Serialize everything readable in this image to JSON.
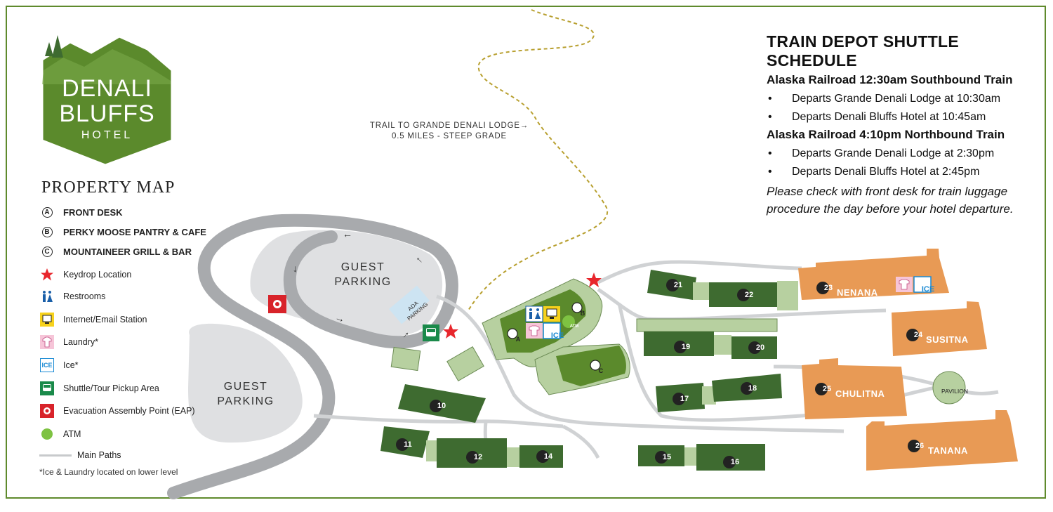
{
  "logo": {
    "line1": "DENALI",
    "line2": "BLUFFS",
    "line3": "HOTEL"
  },
  "property_map_title": "PROPERTY MAP",
  "legend": [
    {
      "key": "A",
      "label": "FRONT DESK",
      "icon": "letter-circle"
    },
    {
      "key": "B",
      "label": "PERKY MOOSE PANTRY & CAFE",
      "icon": "letter-circle"
    },
    {
      "key": "C",
      "label": "MOUNTAINEER GRILL & BAR",
      "icon": "letter-circle"
    },
    {
      "label": "Keydrop Location",
      "icon": "red-star-icon"
    },
    {
      "label": "Restrooms",
      "icon": "restroom-icon"
    },
    {
      "label": "Internet/Email Station",
      "icon": "computer-icon"
    },
    {
      "label": "Laundry*",
      "icon": "shirt-icon"
    },
    {
      "label": "Ice*",
      "icon": "ice-icon"
    },
    {
      "label": "Shuttle/Tour Pickup Area",
      "icon": "bus-icon"
    },
    {
      "label": "Evacuation Assembly Point (EAP)",
      "icon": "assembly-icon"
    },
    {
      "label": "ATM",
      "icon": "atm-icon"
    },
    {
      "label": "Main Paths",
      "icon": "path-line"
    }
  ],
  "footnote": "*Ice & Laundry located on lower level",
  "schedule": {
    "title": "TRAIN DEPOT SHUTTLE SCHEDULE",
    "train1": "Alaska Railroad 12:30am Southbound Train",
    "train1_items": [
      "Departs Grande Denali Lodge at 10:30am",
      "Departs Denali Bluffs Hotel at 10:45am"
    ],
    "train2": "Alaska Railroad 4:10pm Northbound Train",
    "train2_items": [
      "Departs Grande Denali Lodge at 2:30pm",
      "Departs Denali Bluffs Hotel at 2:45pm"
    ],
    "note_line1": "Please check with front desk for train luggage",
    "note_line2": "procedure the day before your hotel departure."
  },
  "trail_label": {
    "line1": "TRAIL TO GRANDE DENALI LODGE→",
    "line2": "0.5 MILES - STEEP GRADE"
  },
  "parking": {
    "upper_line1": "GUEST",
    "upper_line2": "PARKING",
    "lower_line1": "GUEST",
    "lower_line2": "PARKING",
    "ada_line1": "ADA",
    "ada_line2": "PARKING"
  },
  "buildings": {
    "b10": "10",
    "b11": "11",
    "b12": "12",
    "b14": "14",
    "b15": "15",
    "b16": "16",
    "b17": "17",
    "b18": "18",
    "b19": "19",
    "b20": "20",
    "b21": "21",
    "b22": "22",
    "b23": "23",
    "b24": "24",
    "b25": "25",
    "b26": "26",
    "n23": "NENANA",
    "n24": "SUSITNA",
    "n25": "CHULITNA",
    "n26": "TANANA",
    "pavilion": "PAVILION",
    "lA": "A",
    "lB": "B",
    "lC": "C",
    "atm": "ATM",
    "ice": "ICE"
  },
  "colors": {
    "border": "#5f8a2c",
    "logo_green": "#5b8a2c",
    "dark_bldg": "#3e6b30",
    "light_bldg": "#b7d0a0",
    "orange_bldg": "#e89a55",
    "road": "#a8aaad",
    "parking": "#dfe0e2",
    "trail": "#b8a030",
    "star": "#e8262c"
  }
}
